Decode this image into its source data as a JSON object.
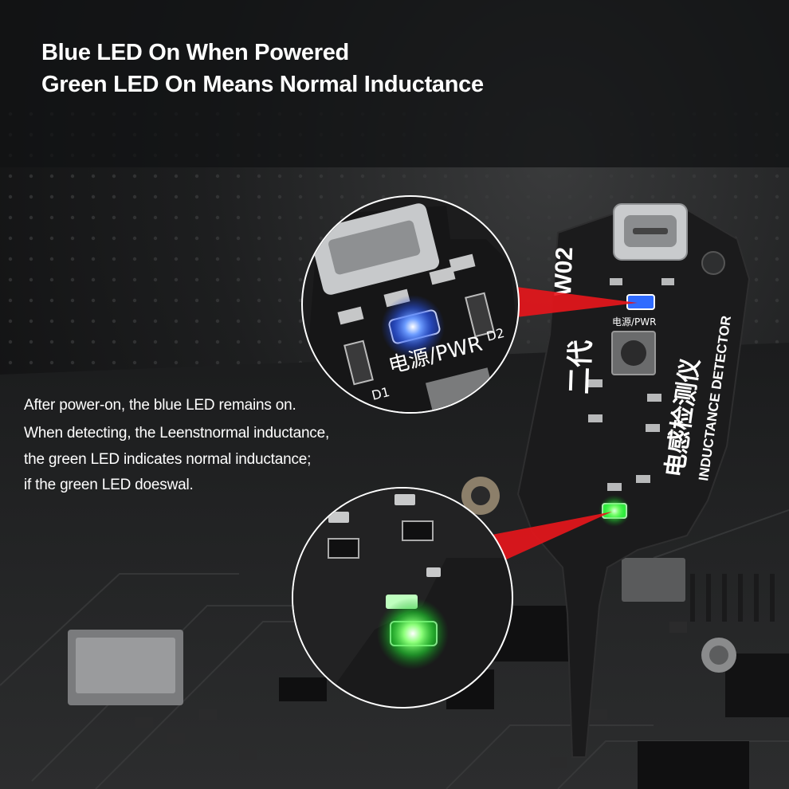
{
  "headline": {
    "line1": "Blue LED On When Powered",
    "line2": "Green LED On Means Normal Inductance"
  },
  "body_lines": [
    "After power-on, the blue LED remains on.",
    "When detecting, the Leenstnormal inductance,",
    "the green LED indicates normal inductance;",
    "if the green LED doeswal."
  ],
  "board_text": {
    "model": "W02",
    "generation": "二代",
    "name_cn": "电感检测仪",
    "name_en": "INDUCTANCE DETECTOR",
    "power_label": "电源/PWR",
    "d1": "D1",
    "d2": "D2"
  },
  "colors": {
    "blue_led": "#2f6bff",
    "green_led": "#3dff4a",
    "pointer": "#e5161b",
    "board": "#1a1a1b"
  }
}
